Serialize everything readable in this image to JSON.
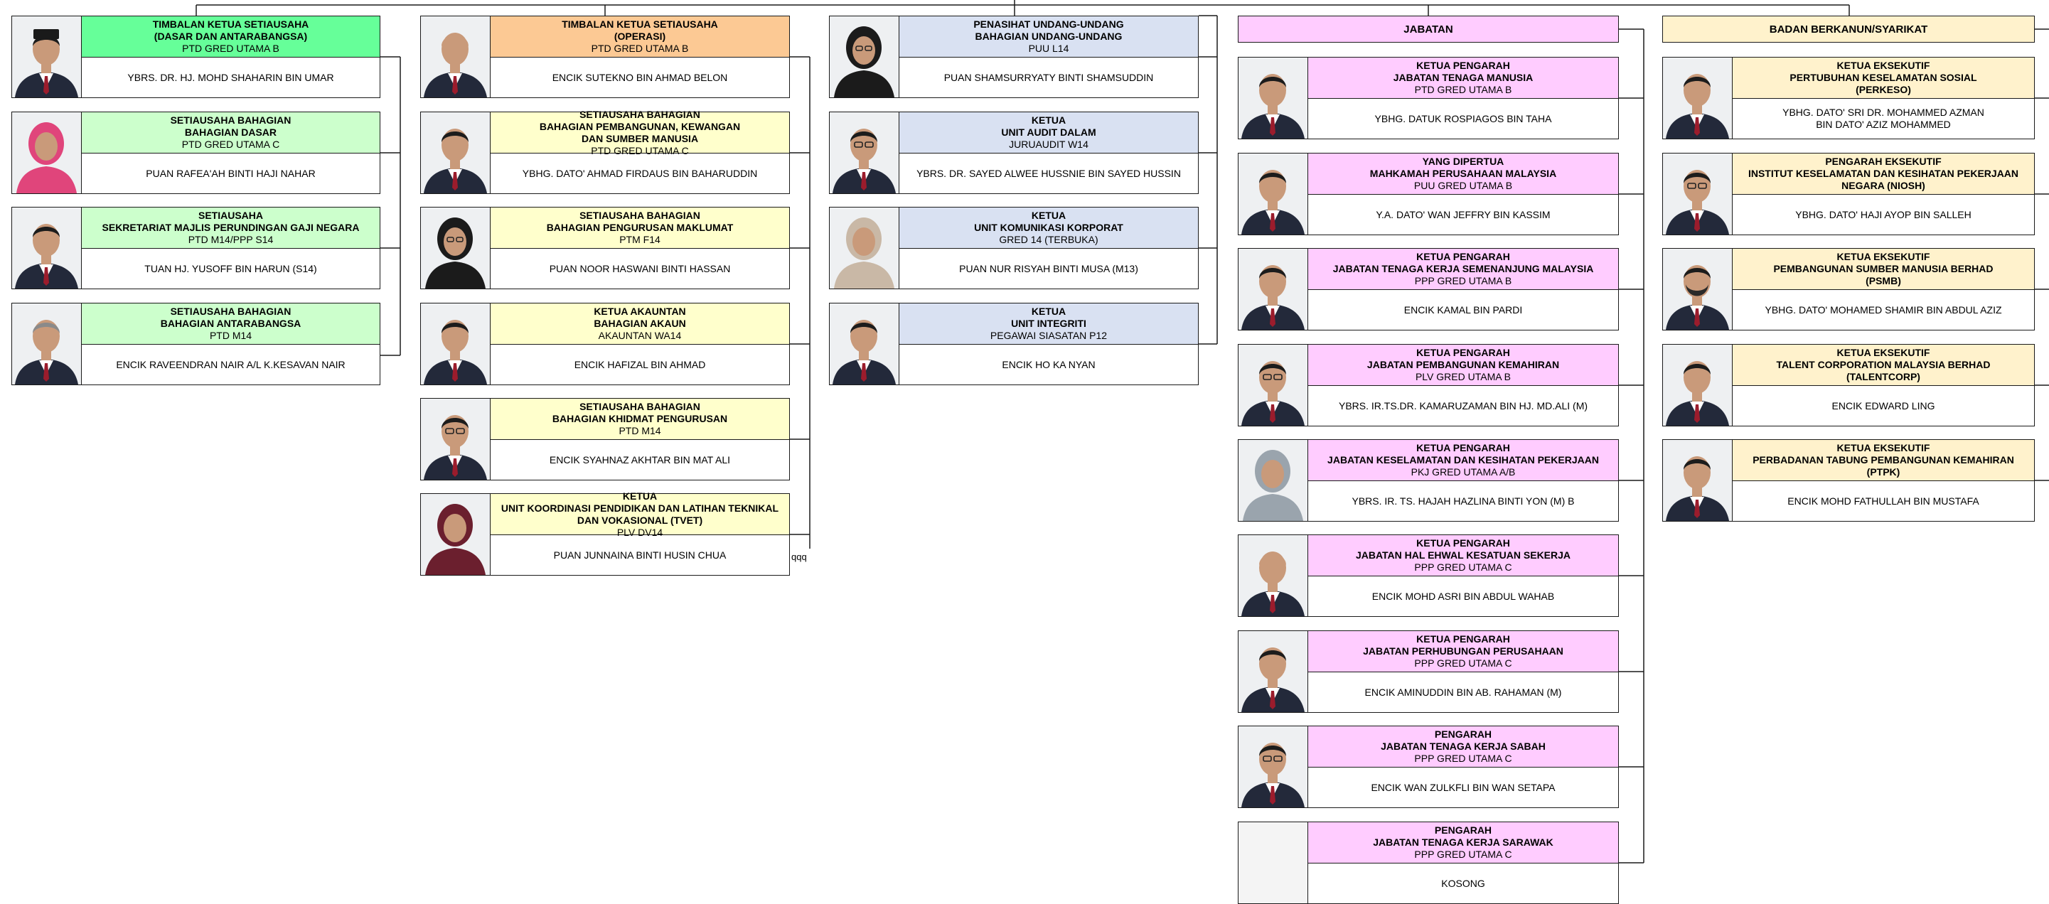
{
  "colors": {
    "green_header": "#66ff99",
    "green": "#ccffcc",
    "orange": "#fcc994",
    "yellow": "#ffffcc",
    "blue": "#d9e1f2",
    "pink": "#ffccff",
    "cream": "#fff2cc",
    "line": "#1a1a1a"
  },
  "headers": {
    "jabatan": "JABATAN",
    "badan": "BADAN BERKANUN/SYARIKAT"
  },
  "note": "qqq",
  "col1": [
    {
      "title": "TIMBALAN KETUA SETIAUSAHA\n(DASAR DAN ANTARABANGSA)",
      "grade": "PTD GRED UTAMA B",
      "name": "YBRS. DR. HJ. MOHD SHAHARIN BIN UMAR",
      "photo": "male-songkok"
    },
    {
      "title": "SETIAUSAHA BAHAGIAN\nBAHAGIAN DASAR",
      "grade": "PTD GRED UTAMA C",
      "name": "PUAN RAFEA'AH BINTI HAJI NAHAR",
      "photo": "female-pink-hijab"
    },
    {
      "title": "SETIAUSAHA\nSEKRETARIAT MAJLIS PERUNDINGAN GAJI NEGARA",
      "grade": "PTD M14/PPP S14",
      "name": "TUAN HJ. YUSOFF BIN HARUN (S14)",
      "photo": "male-suit"
    },
    {
      "title": "SETIAUSAHA BAHAGIAN\nBAHAGIAN ANTARABANGSA",
      "grade": "PTD M14",
      "name": "ENCIK RAVEENDRAN NAIR A/L K.KESAVAN NAIR",
      "photo": "male-grey"
    }
  ],
  "col2": [
    {
      "title": "TIMBALAN KETUA SETIAUSAHA\n(OPERASI)",
      "grade": "PTD GRED UTAMA B",
      "name": "ENCIK SUTEKNO BIN AHMAD BELON",
      "photo": "male-bald"
    },
    {
      "title": "SETIAUSAHA BAHAGIAN\nBAHAGIAN PEMBANGUNAN, KEWANGAN\nDAN SUMBER MANUSIA",
      "grade": "PTD GRED UTAMA C",
      "name": "YBHG. DATO' AHMAD FIRDAUS BIN BAHARUDDIN",
      "photo": "male-suit"
    },
    {
      "title": "SETIAUSAHA BAHAGIAN\nBAHAGIAN PENGURUSAN MAKLUMAT",
      "grade": "PTM F14",
      "name": "PUAN NOOR HASWANI BINTI HASSAN",
      "photo": "female-black-hijab"
    },
    {
      "title": "KETUA AKAUNTAN\nBAHAGIAN AKAUN",
      "grade": "AKAUNTAN WA14",
      "name": "ENCIK HAFIZAL BIN AHMAD",
      "photo": "male-suit"
    },
    {
      "title": "SETIAUSAHA BAHAGIAN\nBAHAGIAN KHIDMAT PENGURUSAN",
      "grade": "PTD M14",
      "name": "ENCIK SYAHNAZ AKHTAR BIN MAT ALI",
      "photo": "male-glasses"
    },
    {
      "title": "KETUA\nUNIT KOORDINASI PENDIDIKAN DAN LATIHAN TEKNIKAL\nDAN VOKASIONAL (TVET)",
      "grade": "PLV DV14",
      "name": "PUAN JUNNAINA BINTI HUSIN CHUA",
      "photo": "female-maroon-hijab"
    }
  ],
  "col3": [
    {
      "title": "PENASIHAT UNDANG-UNDANG\nBAHAGIAN UNDANG-UNDANG",
      "grade": "PUU L14",
      "name": "PUAN SHAMSURRYATY BINTI SHAMSUDDIN",
      "photo": "female-black-hijab"
    },
    {
      "title": "KETUA\nUNIT AUDIT DALAM",
      "grade": "JURUAUDIT W14",
      "name": "YBRS. DR. SAYED ALWEE HUSSNIE BIN SAYED HUSSIN",
      "photo": "male-glasses"
    },
    {
      "title": "KETUA\nUNIT KOMUNIKASI KORPORAT",
      "grade": "GRED 14 (TERBUKA)",
      "name": "PUAN NUR RISYAH BINTI MUSA (M13)",
      "photo": "female-beige-hijab"
    },
    {
      "title": "KETUA\nUNIT INTEGRITI",
      "grade": "PEGAWAI SIASATAN P12",
      "name": "ENCIK HO KA NYAN",
      "photo": "male-young"
    }
  ],
  "col4": [
    {
      "title": "KETUA PENGARAH\nJABATAN TENAGA MANUSIA",
      "grade": "PTD GRED UTAMA B",
      "name": "YBHG. DATUK ROSPIAGOS BIN TAHA",
      "photo": "male-suit"
    },
    {
      "title": "YANG DIPERTUA\nMAHKAMAH PERUSAHAAN MALAYSIA",
      "grade": "PUU GRED UTAMA B",
      "name": "Y.A. DATO' WAN JEFFRY BIN KASSIM",
      "photo": "male-suit"
    },
    {
      "title": "KETUA PENGARAH\nJABATAN TENAGA KERJA SEMENANJUNG MALAYSIA",
      "grade": "PPP GRED UTAMA B",
      "name": "ENCIK KAMAL BIN PARDI",
      "photo": "male-suit"
    },
    {
      "title": "KETUA PENGARAH\nJABATAN PEMBANGUNAN KEMAHIRAN",
      "grade": "PLV GRED UTAMA B",
      "name": "YBRS. IR.TS.DR. KAMARUZAMAN BIN HJ. MD.ALI (M)",
      "photo": "male-glasses"
    },
    {
      "title": "KETUA PENGARAH\nJABATAN KESELAMATAN DAN KESIHATAN PEKERJAAN",
      "grade": "PKJ GRED UTAMA A/B",
      "name": "YBRS. IR. TS. HAJAH HAZLINA BINTI YON (M) B",
      "photo": "female-grey-hijab"
    },
    {
      "title": "KETUA PENGARAH\nJABATAN HAL EHWAL KESATUAN SEKERJA",
      "grade": "PPP GRED UTAMA C",
      "name": "ENCIK MOHD ASRI BIN ABDUL WAHAB",
      "photo": "male-bald"
    },
    {
      "title": "KETUA PENGARAH\nJABATAN PERHUBUNGAN PERUSAHAAN",
      "grade": "PPP GRED UTAMA C",
      "name": "ENCIK AMINUDDIN BIN AB. RAHAMAN (M)",
      "photo": "male-suit"
    },
    {
      "title": "PENGARAH\nJABATAN TENAGA KERJA SABAH",
      "grade": "PPP GRED UTAMA C",
      "name": "ENCIK WAN ZULKFLI BIN WAN SETAPA",
      "photo": "male-glasses"
    },
    {
      "title": "PENGARAH\nJABATAN TENAGA KERJA SARAWAK",
      "grade": "PPP GRED UTAMA C",
      "name": "KOSONG",
      "photo": ""
    }
  ],
  "col5": [
    {
      "title": "KETUA EKSEKUTIF\nPERTUBUHAN KESELAMATAN SOSIAL\n(PERKESO)",
      "grade": "",
      "name": "YBHG. DATO' SRI DR. MOHAMMED AZMAN\nBIN DATO' AZIZ MOHAMMED",
      "photo": "male-suit"
    },
    {
      "title": "PENGARAH EKSEKUTIF\nINSTITUT KESELAMATAN DAN KESIHATAN PEKERJAAN\nNEGARA (NIOSH)",
      "grade": "",
      "name": "YBHG. DATO' HAJI AYOP BIN SALLEH",
      "photo": "male-glasses"
    },
    {
      "title": "KETUA EKSEKUTIF\nPEMBANGUNAN SUMBER MANUSIA BERHAD\n(PSMB)",
      "grade": "",
      "name": "YBHG. DATO' MOHAMED SHAMIR BIN ABDUL AZIZ",
      "photo": "male-beard"
    },
    {
      "title": "KETUA EKSEKUTIF\nTALENT CORPORATION MALAYSIA BERHAD\n(TALENTCORP)",
      "grade": "",
      "name": "ENCIK EDWARD LING",
      "photo": "male-young"
    },
    {
      "title": "KETUA EKSEKUTIF\nPERBADANAN TABUNG PEMBANGUNAN KEMAHIRAN\n(PTPK)",
      "grade": "",
      "name": "ENCIK MOHD FATHULLAH BIN MUSTAFA",
      "photo": "male-young"
    }
  ]
}
